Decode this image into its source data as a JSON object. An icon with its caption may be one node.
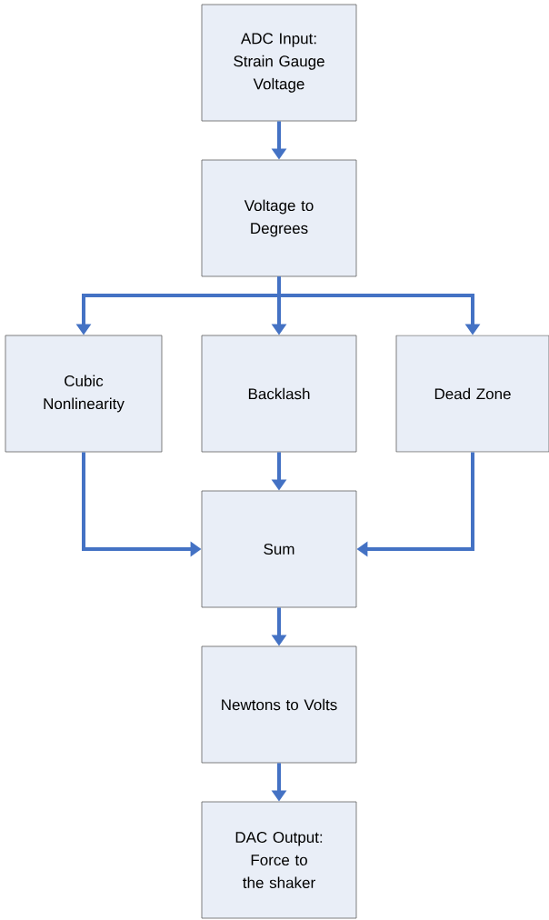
{
  "diagram": {
    "nodes": [
      {
        "text": [
          "ADC Input: Strain Gauge Voltage"
        ]
      },
      {
        "text": [
          "Voltage to Degrees"
        ]
      },
      {
        "text": [
          "Cubic Nonlinearity"
        ]
      },
      {
        "text": [
          "Backlash"
        ]
      },
      {
        "text": [
          "Dead Zone"
        ]
      },
      {
        "text": [
          "Sum"
        ]
      },
      {
        "text": [
          "Newtons to Volts"
        ]
      },
      {
        "text": [
          "DAC Output: Force to the shaker"
        ]
      }
    ],
    "edges": [
      {
        "from": 0,
        "to": 1,
        "arrow": "to"
      },
      {
        "from": 1,
        "to": 2,
        "arrow": "to"
      },
      {
        "from": 1,
        "to": 3,
        "arrow": "to"
      },
      {
        "from": 1,
        "to": 4,
        "arrow": "to"
      },
      {
        "from": 2,
        "to": 5,
        "arrow": "to"
      },
      {
        "from": 3,
        "to": 5,
        "arrow": "to"
      },
      {
        "from": 4,
        "to": 5,
        "arrow": "to"
      },
      {
        "from": 5,
        "to": 6,
        "arrow": "to"
      },
      {
        "from": 6,
        "to": 7,
        "arrow": "to"
      }
    ]
  }
}
